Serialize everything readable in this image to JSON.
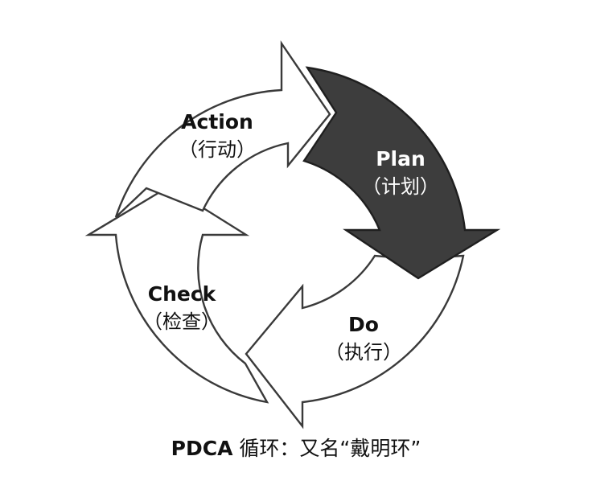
{
  "diagram": {
    "segments": [
      {
        "id": "action",
        "label": "Action",
        "sublabel": "（行动）",
        "fill": "#ffffff"
      },
      {
        "id": "plan",
        "label": "Plan",
        "sublabel": "（计划）",
        "fill": "#3d3d3d"
      },
      {
        "id": "do",
        "label": "Do",
        "sublabel": "（执行）",
        "fill": "#ffffff"
      },
      {
        "id": "check",
        "label": "Check",
        "sublabel": "（检查）",
        "fill": "#ffffff"
      }
    ]
  },
  "caption": {
    "prefix": "PDCA",
    "text": " 循环：又名“戴明环”"
  }
}
